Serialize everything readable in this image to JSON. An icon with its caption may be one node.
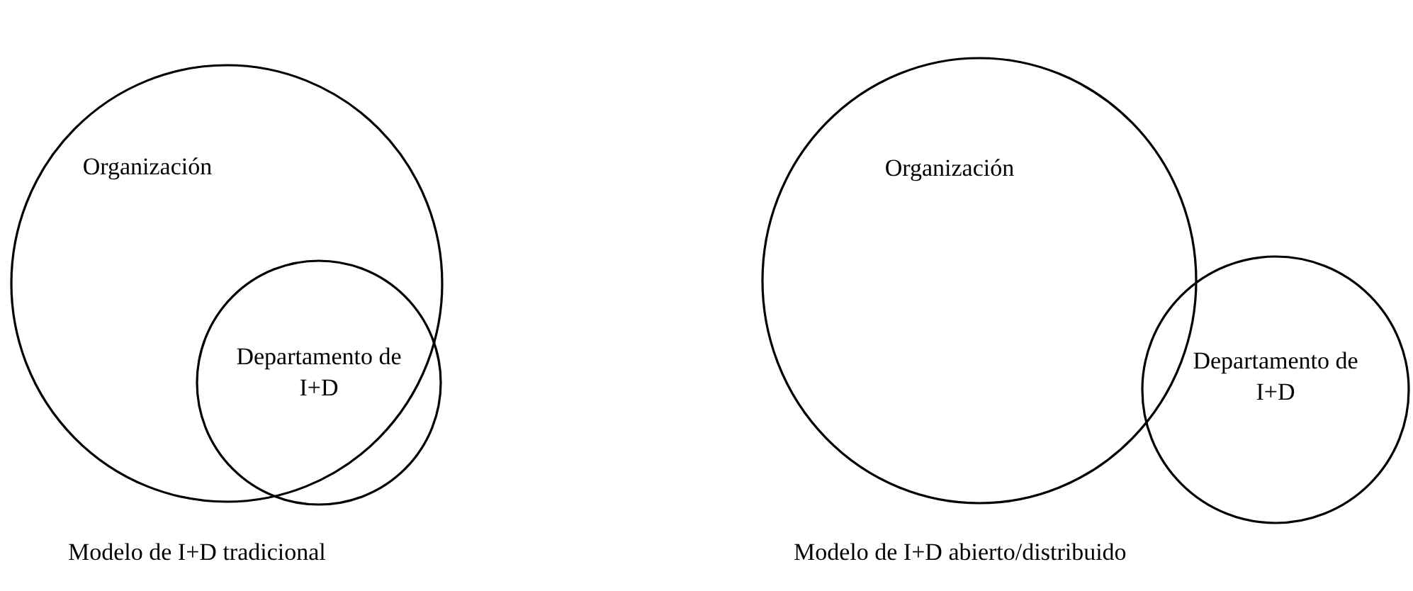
{
  "diagram": {
    "nodes": [
      {
        "text": [
          "Organización"
        ]
      },
      {
        "text": [
          "Departamento de I+D"
        ],
        "in": 0
      },
      {
        "text": [
          "Organización"
        ]
      },
      {
        "text": [
          "Departamento de I+D"
        ]
      }
    ],
    "edges": [],
    "labels": [
      "Modelo de I+D tradicional",
      "Modelo de I+D abierto/distribuido"
    ]
  }
}
